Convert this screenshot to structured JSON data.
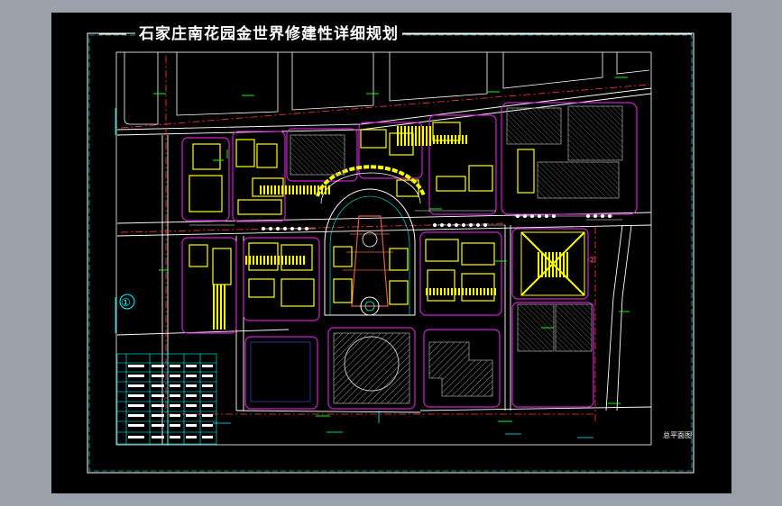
{
  "drawing": {
    "title": "石家庄南花园金世界修建性详细规划",
    "sheet_label": "总平面图",
    "marker_left": "①",
    "marker_right": "②",
    "colors": {
      "background": "#000000",
      "outer": "#9aa1aa",
      "road_line": "#ffffff",
      "boundary": "#ff3b3b",
      "plot_edge": "#d020d0",
      "building": "#ffff00",
      "dimension": "#00ff00",
      "annotation": "#00ffff",
      "hatch": "#a0a0a0",
      "plaza": "#e06040"
    }
  }
}
